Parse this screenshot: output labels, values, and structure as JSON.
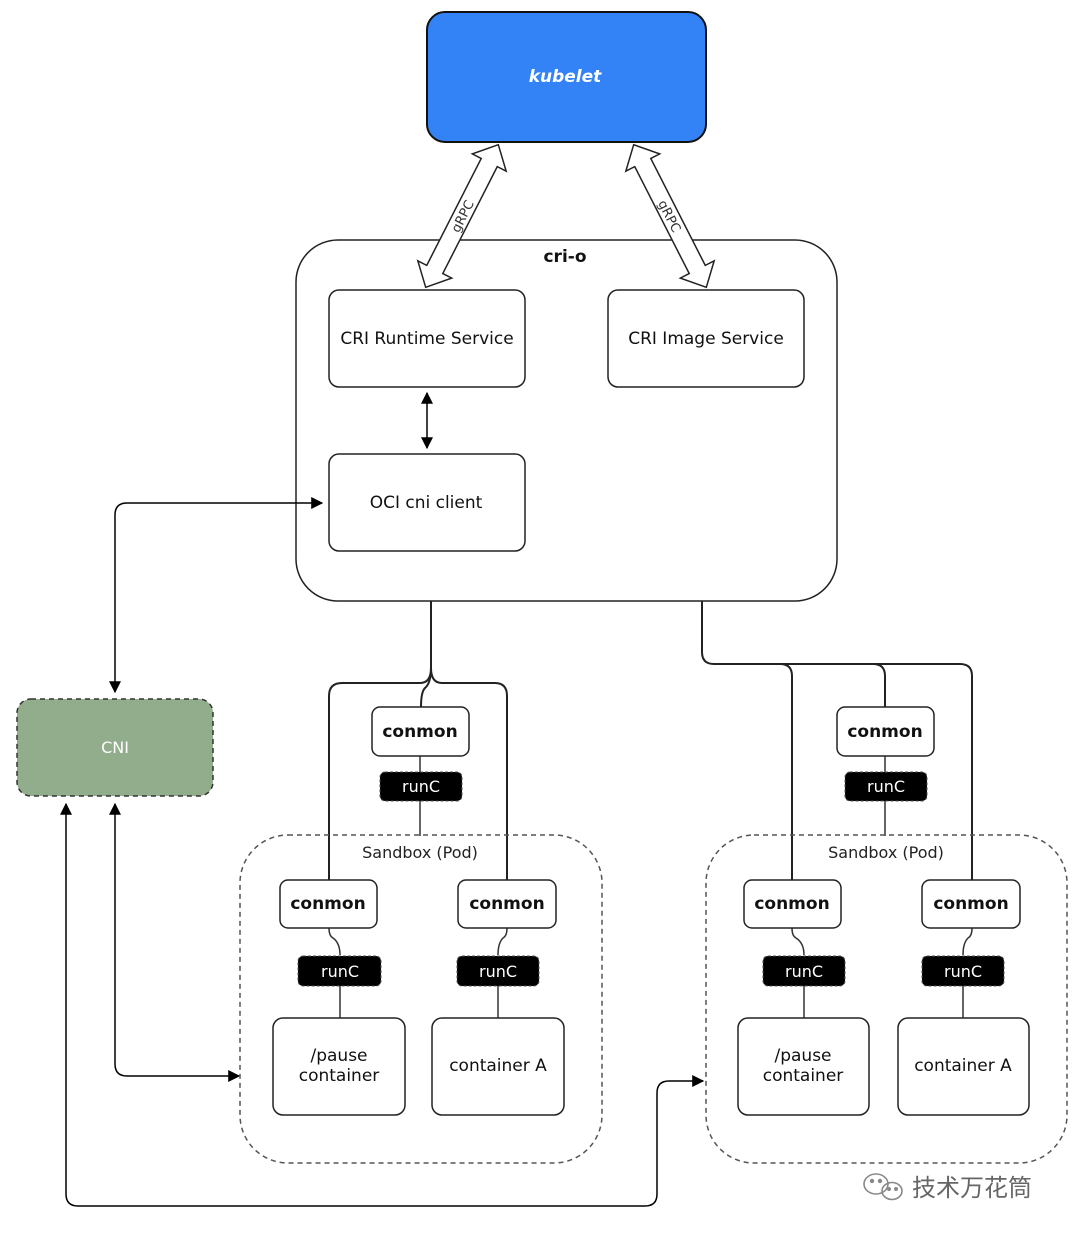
{
  "kubelet": {
    "label": "kubelet"
  },
  "crio": {
    "label": "cri-o",
    "runtime_service": "CRI Runtime Service",
    "image_service": "CRI Image Service",
    "oci_client": "OCI cni client"
  },
  "grpc_labels": [
    "gRPC",
    "gRPC"
  ],
  "cni": {
    "label": "CNI"
  },
  "left_group": {
    "top_conmon": "conmon",
    "top_runc": "runC",
    "sandbox_label": "Sandbox (Pod)",
    "conmon_a": "conmon",
    "conmon_b": "conmon",
    "runc_a": "runC",
    "runc_b": "runC",
    "pause_line1": "/pause",
    "pause_line2": "container",
    "container": "container A"
  },
  "right_group": {
    "top_conmon": "conmon",
    "top_runc": "runC",
    "sandbox_label": "Sandbox (Pod)",
    "conmon_a": "conmon",
    "conmon_b": "conmon",
    "runc_a": "runC",
    "runc_b": "runC",
    "pause_line1": "/pause",
    "pause_line2": "container",
    "container": "container A"
  },
  "watermark": "技术万花筒",
  "colors": {
    "kubelet_fill": "#3483F6",
    "cni_fill": "#91AD8B",
    "runc_fill": "#000000"
  }
}
